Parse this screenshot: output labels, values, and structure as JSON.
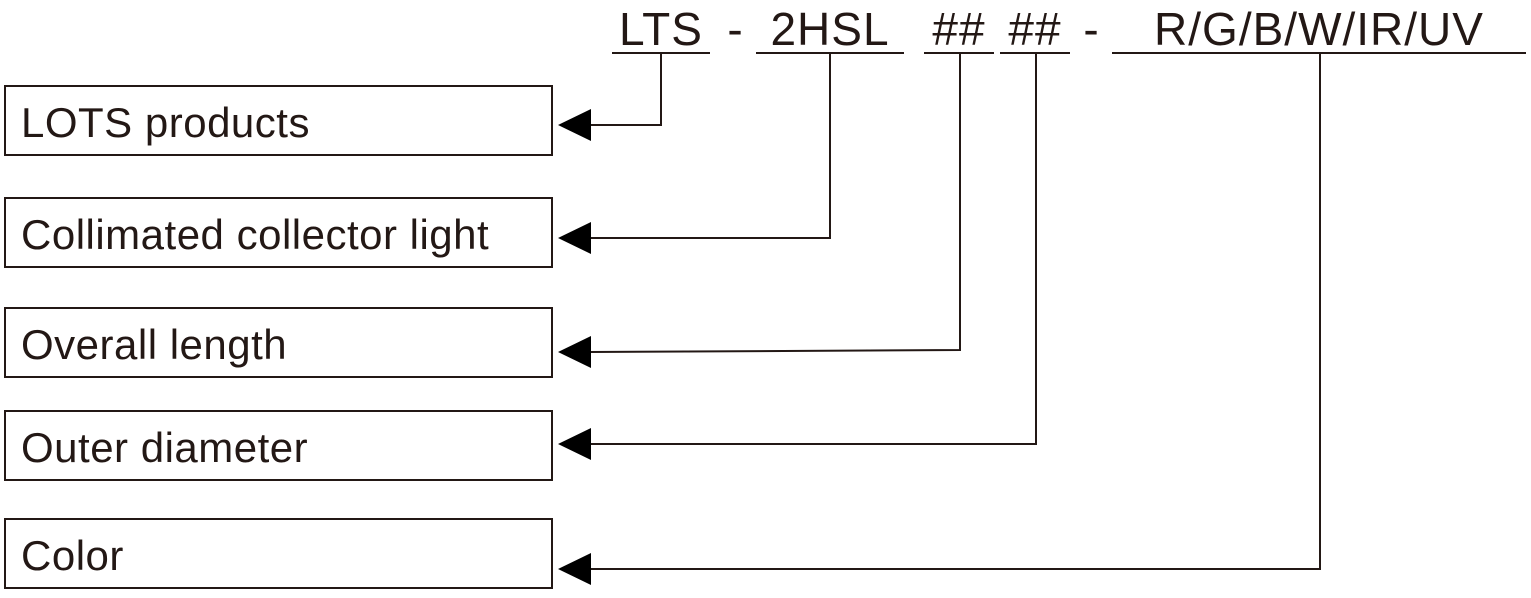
{
  "code": {
    "parts": [
      {
        "id": "lts",
        "text": "LTS"
      },
      {
        "id": "series",
        "text": "2HSL"
      },
      {
        "id": "length",
        "text": "##"
      },
      {
        "id": "diameter",
        "text": "##"
      },
      {
        "id": "color",
        "text": "R/G/B/W/IR/UV"
      }
    ],
    "separator": "-"
  },
  "boxes": [
    {
      "id": "lts",
      "label": "LOTS products"
    },
    {
      "id": "series",
      "label": "Collimated collector light"
    },
    {
      "id": "length",
      "label": "Overall length"
    },
    {
      "id": "diameter",
      "label": "Outer diameter"
    },
    {
      "id": "color",
      "label": "Color"
    }
  ],
  "colors": {
    "ink": "#231815",
    "background": "#ffffff"
  }
}
